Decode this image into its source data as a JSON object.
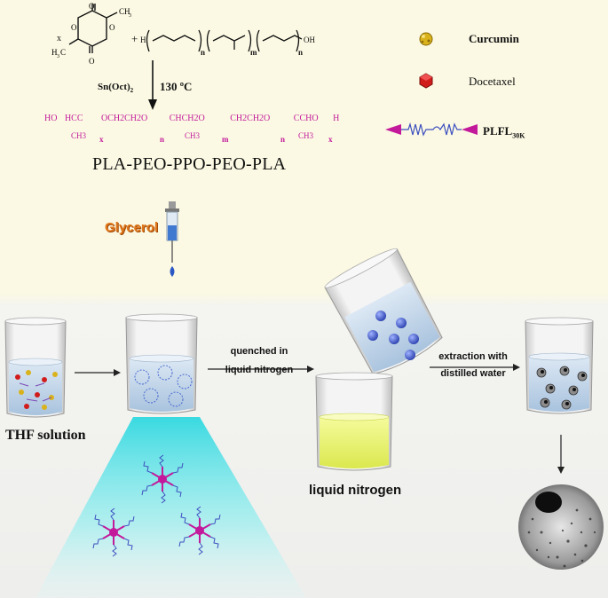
{
  "reaction": {
    "monomer_x": "x",
    "plus": "+",
    "h_left": "H",
    "repeat_n1": "n",
    "repeat_m": "m",
    "repeat_n2": "n",
    "oh_right": "OH",
    "catalyst": "Sn(Oct)",
    "catalyst_sub": "2",
    "temperature": "130 ºC",
    "product_formula": {
      "ho": "HO",
      "seg1": "HCC",
      "seg1_me": "CH3",
      "x1": "x",
      "seg2": "OCH2CH2O",
      "n1": "n",
      "seg3": "CHCH2O",
      "seg3_me": "CH3",
      "m": "m",
      "seg4": "CH2CH2O",
      "n2": "n",
      "seg5": "CCHO",
      "seg5_me": "CH3",
      "x2": "x",
      "h_end": "H"
    },
    "polymer_name": "PLA-PEO-PPO-PEO-PLA"
  },
  "legend": {
    "items": [
      {
        "label": "Curcumin",
        "icon": "curcumin-icon",
        "color": "#d9b21c"
      },
      {
        "label": "Docetaxel",
        "icon": "docetaxel-icon",
        "color": "#d11c1c"
      },
      {
        "label": "PLFL",
        "label_sub": "30K",
        "icon": "polymer-chain-icon",
        "color": "#c3199b"
      }
    ]
  },
  "process": {
    "glycerol_label": "Glycerol",
    "step1_label": "THF solution",
    "arrow1_line1": "quenched in",
    "arrow1_line2": "liquid nitrogen",
    "step3_label": "liquid nitrogen",
    "arrow2_line1": "extraction with",
    "arrow2_line2": "distilled water"
  },
  "colors": {
    "polymer_pink": "#c3199b",
    "liquid_blue": "#b9cfe6",
    "liquid_nitrogen": "#eaf47a",
    "glow": "#3fe0e6",
    "sphere_blue": "#3a55c8"
  }
}
